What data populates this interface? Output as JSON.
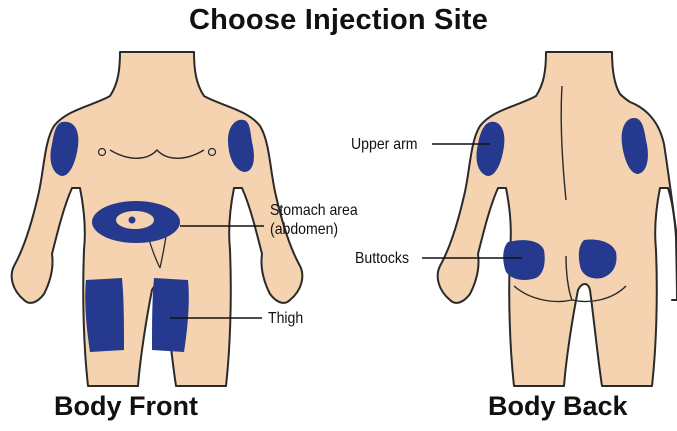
{
  "title": "Choose Injection Site",
  "figures": {
    "front_caption": "Body Front",
    "back_caption": "Body Back"
  },
  "labels": {
    "stomach_line1": "Stomach area",
    "stomach_line2": "(abdomen)",
    "thigh": "Thigh",
    "upper_arm": "Upper arm",
    "buttocks": "Buttocks"
  },
  "colors": {
    "skin": "#f5d2b0",
    "outline": "#2a2a2a",
    "site": "#253a8e",
    "text": "#111111"
  }
}
